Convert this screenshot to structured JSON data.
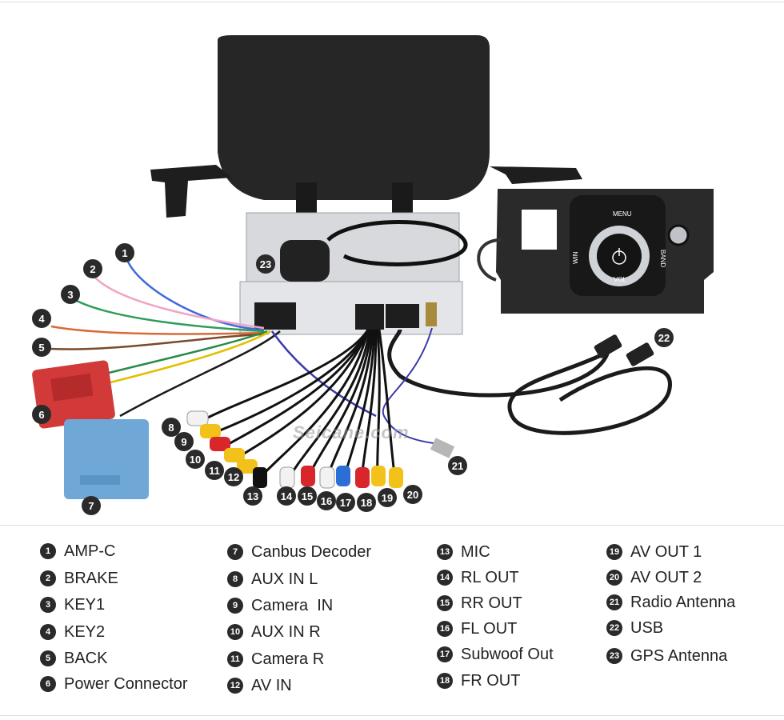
{
  "brand_colors": {
    "badge": "#2a2a2a",
    "decoder_blue": "#6fa7d6",
    "power_red": "#d23a3a"
  },
  "watermark": "Seicane.com",
  "panel_labels": {
    "menu": "MENU",
    "vol": "VOL",
    "win": "WIN",
    "band": "BAND"
  },
  "callouts": [
    "1",
    "2",
    "3",
    "4",
    "5",
    "6",
    "7",
    "8",
    "9",
    "10",
    "11",
    "12",
    "13",
    "14",
    "15",
    "16",
    "17",
    "18",
    "19",
    "20",
    "21",
    "22",
    "23"
  ],
  "legend": [
    {
      "n": "1",
      "label": "AMP-C"
    },
    {
      "n": "2",
      "label": "BRAKE"
    },
    {
      "n": "3",
      "label": "KEY1"
    },
    {
      "n": "4",
      "label": "KEY2"
    },
    {
      "n": "5",
      "label": "BACK"
    },
    {
      "n": "6",
      "label": "Power Connector"
    },
    {
      "n": "7",
      "label": "Canbus Decoder"
    },
    {
      "n": "8",
      "label": "AUX IN L"
    },
    {
      "n": "9",
      "label": "Camera  IN"
    },
    {
      "n": "10",
      "label": "AUX IN R"
    },
    {
      "n": "11",
      "label": "Camera R"
    },
    {
      "n": "12",
      "label": "AV IN"
    },
    {
      "n": "13",
      "label": "MIC"
    },
    {
      "n": "14",
      "label": "RL OUT"
    },
    {
      "n": "15",
      "label": "RR OUT"
    },
    {
      "n": "16",
      "label": "FL OUT"
    },
    {
      "n": "17",
      "label": "Subwoof Out"
    },
    {
      "n": "18",
      "label": "FR OUT"
    },
    {
      "n": "19",
      "label": "AV OUT 1"
    },
    {
      "n": "20",
      "label": "AV OUT 2"
    },
    {
      "n": "21",
      "label": "Radio Antenna"
    },
    {
      "n": "22",
      "label": "USB"
    },
    {
      "n": "23",
      "label": "GPS Antenna"
    }
  ]
}
